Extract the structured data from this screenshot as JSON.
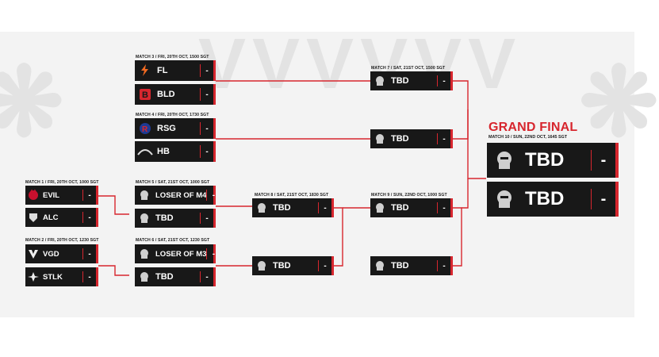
{
  "colors": {
    "accent": "#d7262e",
    "card": "#181818",
    "background": "#f3f3f3"
  },
  "matches": {
    "m1": {
      "label": "MATCH 1 / FRI, 20TH OCT, 1000 SGT",
      "team_a": {
        "name": "EVIL",
        "score": "-",
        "icon": "evil-devil-icon"
      },
      "team_b": {
        "name": "ALC",
        "score": "-",
        "icon": "alc-shield-icon"
      }
    },
    "m2": {
      "label": "MATCH 2 / FRI, 20TH OCT, 1230 SGT",
      "team_a": {
        "name": "VGD",
        "score": "-",
        "icon": "vgd-v-icon"
      },
      "team_b": {
        "name": "STLK",
        "score": "-",
        "icon": "stlk-star-icon"
      }
    },
    "m3": {
      "label": "MATCH 3 / FRI, 20TH OCT, 1500 SGT",
      "team_a": {
        "name": "FL",
        "score": "-",
        "icon": "flash-bolt-icon"
      },
      "team_b": {
        "name": "BLD",
        "score": "-",
        "icon": "bld-b-icon"
      }
    },
    "m4": {
      "label": "MATCH 4 / FRI, 20TH OCT, 1730 SGT",
      "team_a": {
        "name": "RSG",
        "score": "-",
        "icon": "rsg-r-icon"
      },
      "team_b": {
        "name": "HB",
        "score": "-",
        "icon": "hb-wordmark-icon"
      }
    },
    "m5": {
      "label": "MATCH 5 / SAT, 21ST OCT, 1000 SGT",
      "team_a": {
        "name": "LOSER OF M4",
        "score": "-",
        "icon": "mpl-helmet-icon"
      },
      "team_b": {
        "name": "TBD",
        "score": "-",
        "icon": "mpl-helmet-icon"
      }
    },
    "m6": {
      "label": "MATCH 6 / SAT, 21ST OCT, 1230 SGT",
      "team_a": {
        "name": "LOSER OF M3",
        "score": "-",
        "icon": "mpl-helmet-icon"
      },
      "team_b": {
        "name": "TBD",
        "score": "-",
        "icon": "mpl-helmet-icon"
      }
    },
    "m7": {
      "label": "MATCH 7 / SAT, 21ST OCT, 1500 SGT",
      "team_a": {
        "name": "TBD",
        "score": "-",
        "icon": "mpl-helmet-icon"
      },
      "team_b": {
        "name": "TBD",
        "score": "-",
        "icon": "mpl-helmet-icon"
      }
    },
    "m8": {
      "label": "MATCH 8 / SAT, 21ST OCT, 1830 SGT",
      "team_a": {
        "name": "TBD",
        "score": "-",
        "icon": "mpl-helmet-icon"
      },
      "team_b": {
        "name": "TBD",
        "score": "-",
        "icon": "mpl-helmet-icon"
      }
    },
    "m9": {
      "label": "MATCH 9 / SUN, 22ND OCT, 1000 SGT",
      "team_a": {
        "name": "TBD",
        "score": "-",
        "icon": "mpl-helmet-icon"
      },
      "team_b": {
        "name": "TBD",
        "score": "-",
        "icon": "mpl-helmet-icon"
      }
    }
  },
  "grand_final": {
    "title": "GRAND FINAL",
    "label": "MATCH 10 / SUN, 22ND OCT, 1645 SGT",
    "team_a": {
      "name": "TBD",
      "score": "-",
      "icon": "mpl-helmet-icon"
    },
    "team_b": {
      "name": "TBD",
      "score": "-",
      "icon": "mpl-helmet-icon"
    }
  }
}
